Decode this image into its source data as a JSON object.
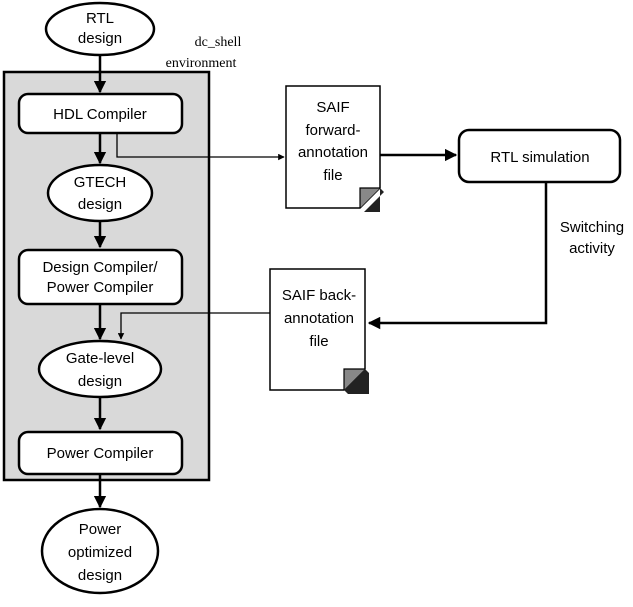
{
  "nodes": {
    "rtl_design": [
      "RTL",
      "design"
    ],
    "hdl_compiler": "HDL Compiler",
    "gtech_design": [
      "GTECH",
      "design"
    ],
    "design_compiler": [
      "Design Compiler/",
      "Power Compiler"
    ],
    "gate_level_design": [
      "Gate-level",
      "design"
    ],
    "power_compiler": "Power Compiler",
    "power_optimized": [
      "Power",
      "optimized",
      "design"
    ],
    "saif_forward": [
      "SAIF",
      "forward-",
      "annotation",
      "file"
    ],
    "saif_back": [
      "SAIF back-",
      "annotation",
      "file"
    ],
    "rtl_simulation": "RTL simulation"
  },
  "labels": {
    "environment": [
      "dc_shell",
      "environment"
    ],
    "switching_activity": [
      "Switching",
      "activity"
    ]
  },
  "colors": {
    "environment_fill": "#d9d9d9",
    "stroke": "#000000"
  }
}
